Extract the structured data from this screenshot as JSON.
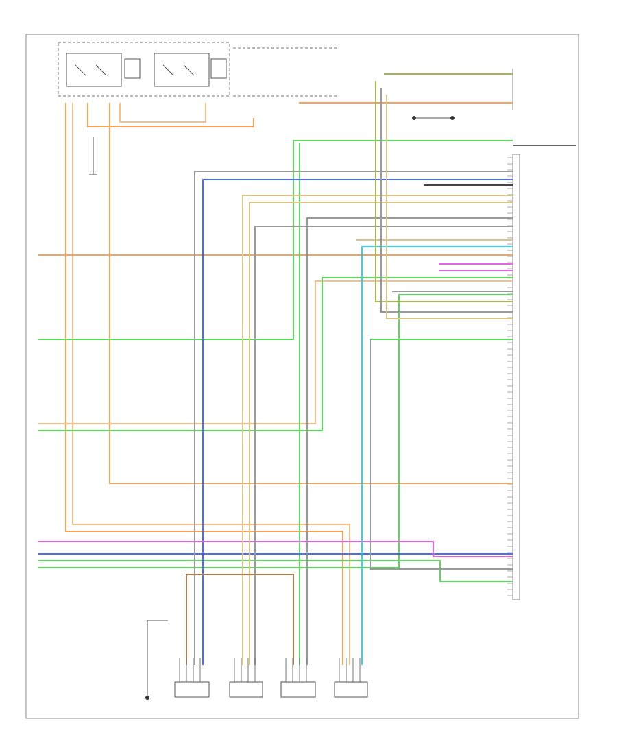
{
  "diagram": {
    "footer_code": "",
    "colors": {
      "orange": "#f5a35a",
      "orange_light": "#f7c08a",
      "green": "#5cd65c",
      "blue": "#4d6bff",
      "cyan": "#33d6e6",
      "magenta": "#e066e6",
      "pink": "#ff99cc",
      "brown": "#b07a4a",
      "gray": "#9a9a9a",
      "dark": "#444444",
      "tan": "#d9c48a",
      "olive": "#a6b84d"
    },
    "components": {
      "power_relay_label": "",
      "connector_right_label": "",
      "speakers": [
        {
          "id": "right-rear-speaker",
          "label": ""
        },
        {
          "id": "left-rear-speaker",
          "label": ""
        },
        {
          "id": "right-front-door-speaker",
          "label": ""
        },
        {
          "id": "left-front-door-speaker",
          "label": ""
        }
      ]
    }
  }
}
